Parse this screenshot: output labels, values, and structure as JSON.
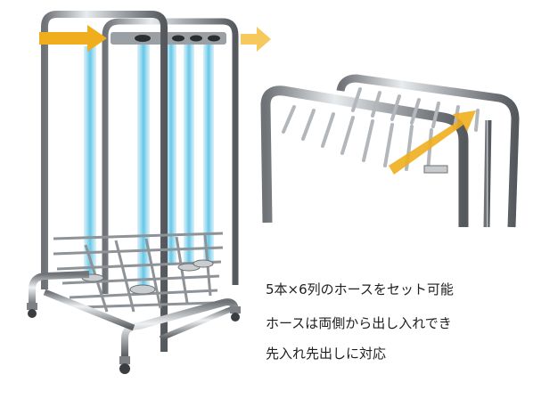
{
  "captions": {
    "line1": "5本×6列のホースをセット可能",
    "line2": "ホースは両側から出し入れでき",
    "line3": "先入れ先出しに対応"
  },
  "colors": {
    "arrow": "#f0ae1e",
    "arrow_light": "#f6c85e",
    "steel": "#a3a7ab",
    "steel_dark": "#5d6165",
    "beam": "#7fcde8"
  },
  "icons": {
    "flow_arrow": "right-arrow",
    "diagonal_arrow": "diagonal-arrow"
  }
}
